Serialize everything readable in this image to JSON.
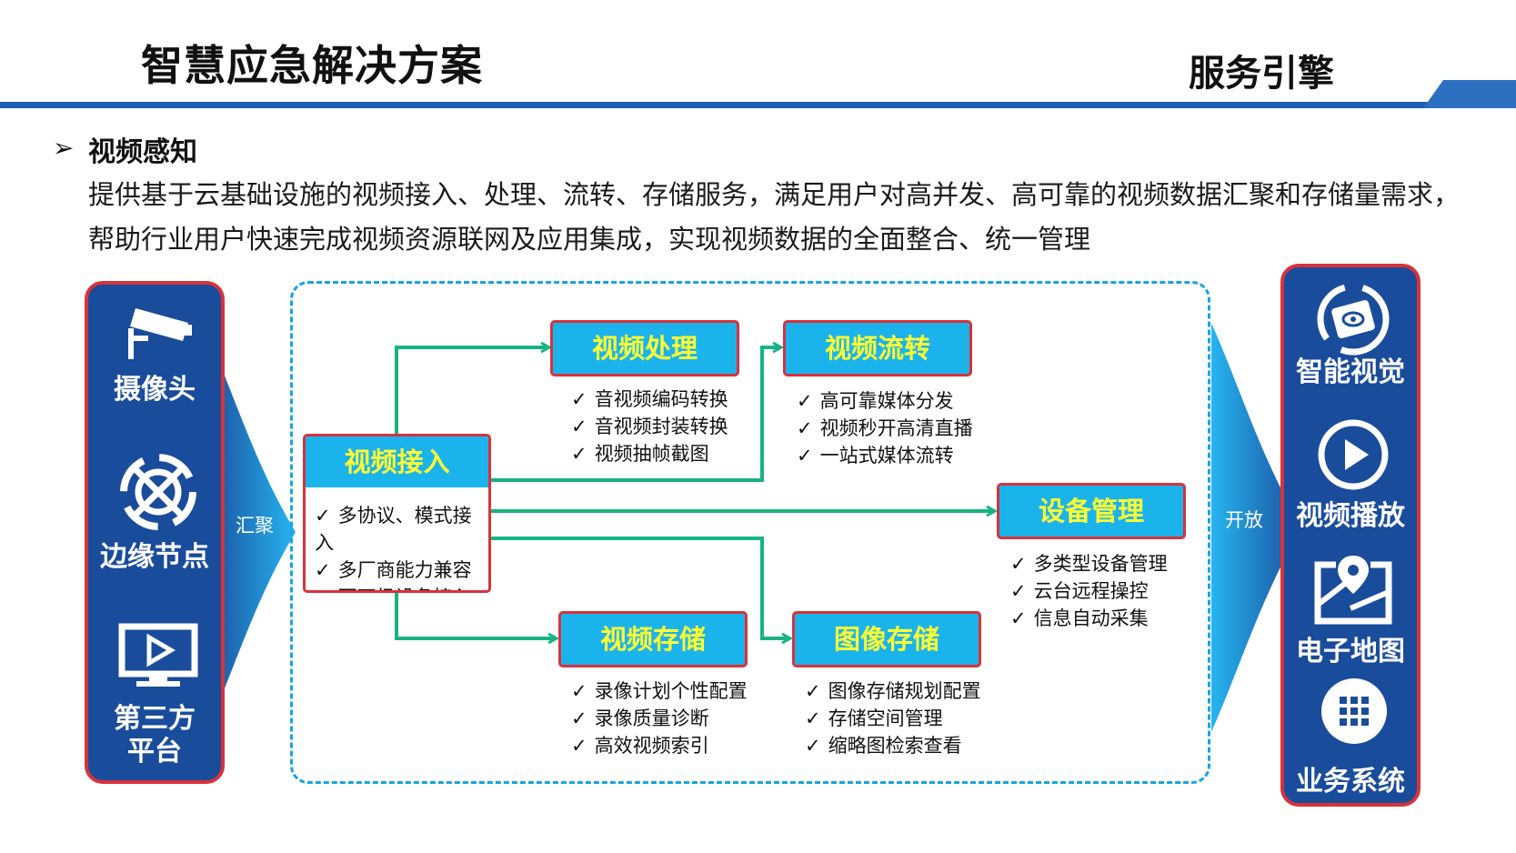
{
  "header": {
    "title": "智慧应急解决方案",
    "section": "服务引擎"
  },
  "intro": {
    "bullet": "➢",
    "heading": "视频感知",
    "text": "提供基于云基础设施的视频接入、处理、流转、存储服务，满足用户对高并发、高可靠的视频数据汇聚和存储量需求，帮助行业用户快速完成视频资源联网及应用集成，实现视频数据的全面整合、统一管理"
  },
  "sources": [
    {
      "label": "摄像头",
      "icon": "camera-icon"
    },
    {
      "label": "边缘节点",
      "icon": "edge-node-icon"
    },
    {
      "label": "第三方\n平台",
      "icon": "monitor-icon"
    }
  ],
  "flow": {
    "in_label": "汇聚",
    "out_label": "开放"
  },
  "nodes": {
    "ingest": {
      "title": "视频接入",
      "items": [
        "多协议、模式接入",
        "多厂商能力兼容",
        "百万级设备接入"
      ]
    },
    "processing": {
      "title": "视频处理",
      "items": [
        "音视频编码转换",
        "音视频封装转换",
        "视频抽帧截图"
      ]
    },
    "transfer": {
      "title": "视频流转",
      "items": [
        "高可靠媒体分发",
        "视频秒开高清直播",
        "一站式媒体流转"
      ]
    },
    "device": {
      "title": "设备管理",
      "items": [
        "多类型设备管理",
        "云台远程操控",
        "信息自动采集"
      ]
    },
    "video_storage": {
      "title": "视频存储",
      "items": [
        "录像计划个性配置",
        "录像质量诊断",
        "高效视频索引"
      ]
    },
    "image_storage": {
      "title": "图像存储",
      "items": [
        "图像存储规划配置",
        "存储空间管理",
        "缩略图检索查看"
      ]
    }
  },
  "outputs": [
    {
      "label": "智能视觉",
      "icon": "vision-icon"
    },
    {
      "label": "视频播放",
      "icon": "play-icon"
    },
    {
      "label": "电子地图",
      "icon": "map-icon"
    },
    {
      "label": "业务系统",
      "icon": "grid-icon"
    }
  ],
  "colors": {
    "panel": "#1a4c9c",
    "border": "#d8323a",
    "node": "#1bb3ec",
    "node_text": "#ffff33",
    "connector": "#18b383",
    "header_line": "#1f5fb4"
  }
}
